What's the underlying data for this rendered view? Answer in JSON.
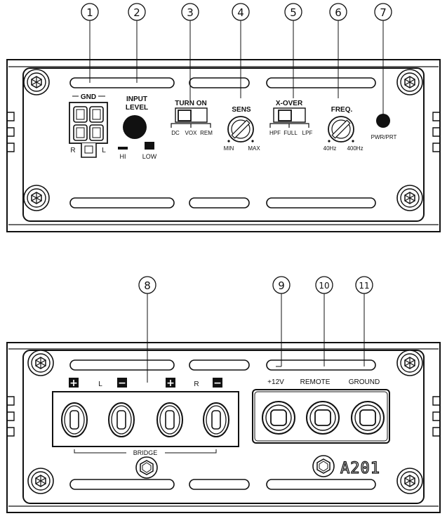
{
  "callouts": [
    "1",
    "2",
    "3",
    "4",
    "5",
    "6",
    "7",
    "8",
    "9",
    "10",
    "11"
  ],
  "front_panel": {
    "gnd_label": "GND",
    "r_label": "R",
    "l_label": "L",
    "input_level_line1": "INPUT",
    "input_level_line2": "LEVEL",
    "hi_label": "HI",
    "low_label": "LOW",
    "turn_on_label": "TURN ON",
    "turn_on_options": [
      "DC",
      "VOX",
      "REM"
    ],
    "sens_label": "SENS",
    "sens_min": "MIN",
    "sens_max": "MAX",
    "xover_label": "X-OVER",
    "xover_options": [
      "HPF",
      "FULL",
      "LPF"
    ],
    "freq_label": "FREQ.",
    "freq_min": "40Hz",
    "freq_max": "400Hz",
    "pwr_label": "PWR/PRT"
  },
  "rear_panel": {
    "plus_symbol": "+",
    "minus_symbol": "−",
    "left_channel": "L",
    "right_channel": "R",
    "bridge_label": "BRIDGE",
    "power_12v": "+12V",
    "remote_label": "REMOTE",
    "ground_label": "GROUND",
    "model": "A201"
  }
}
